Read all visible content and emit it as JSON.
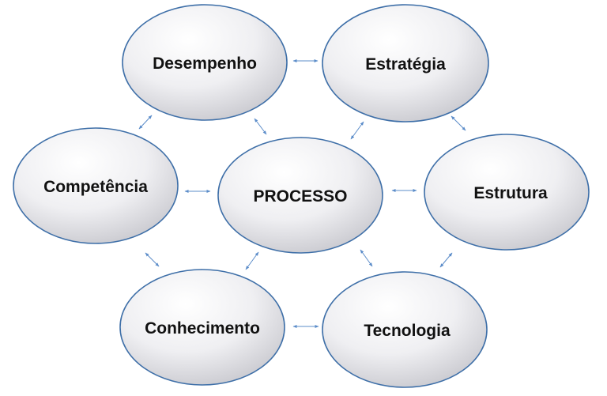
{
  "diagram": {
    "type": "network",
    "center": {
      "label": "PROCESSO"
    },
    "nodes": [
      {
        "id": "desempenho",
        "label": "Desempenho"
      },
      {
        "id": "estrategia",
        "label": "Estratégia"
      },
      {
        "id": "competencia",
        "label": "Competência"
      },
      {
        "id": "estrutura",
        "label": "Estrutura"
      },
      {
        "id": "conhecimento",
        "label": "Conhecimento"
      },
      {
        "id": "tecnologia",
        "label": "Tecnologia"
      }
    ],
    "links": [
      [
        "desempenho",
        "estrategia"
      ],
      [
        "desempenho",
        "processo"
      ],
      [
        "estrategia",
        "processo"
      ],
      [
        "estrategia",
        "estrutura"
      ],
      [
        "desempenho",
        "competencia"
      ],
      [
        "competencia",
        "processo"
      ],
      [
        "processo",
        "estrutura"
      ],
      [
        "competencia",
        "conhecimento"
      ],
      [
        "conhecimento",
        "processo"
      ],
      [
        "processo",
        "tecnologia"
      ],
      [
        "estrutura",
        "tecnologia"
      ],
      [
        "conhecimento",
        "tecnologia"
      ]
    ],
    "colors": {
      "node_fill_light": "#ffffff",
      "node_fill_dark": "#c9c9cf",
      "node_border": "#3e6fa8",
      "arrow": "#5b8cc9"
    }
  }
}
